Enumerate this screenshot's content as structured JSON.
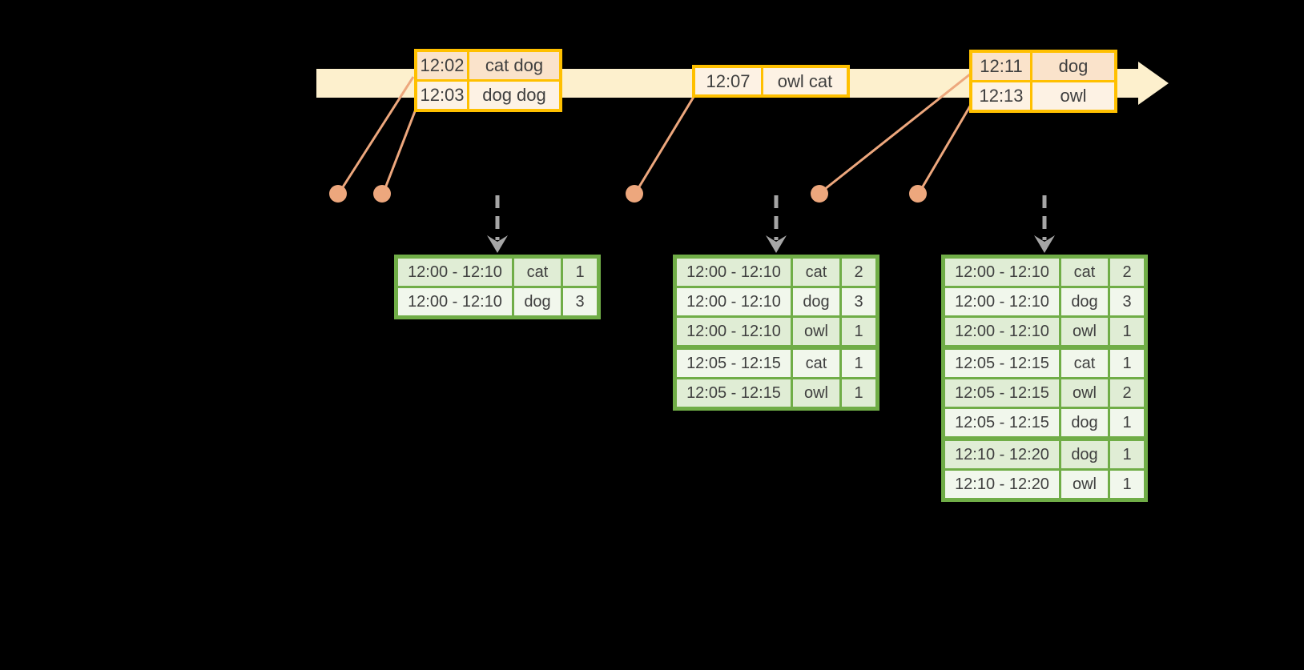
{
  "colors": {
    "background": "#000000",
    "timeline": "#fdf0cd",
    "event_border": "#ffc000",
    "event_row_peach": "#fae3cb",
    "event_row_cream": "#fdf2e4",
    "connector": "#eda77d",
    "result_border": "#70ad47",
    "result_cell_tint": "#e0edd5",
    "result_cell_light": "#f1f7ec",
    "trigger_arrow": "#a6a6a6",
    "text": "#3f3f3f"
  },
  "event_tables": [
    {
      "rows": [
        {
          "time": "12:02",
          "words": "cat dog"
        },
        {
          "time": "12:03",
          "words": "dog dog"
        }
      ]
    },
    {
      "rows": [
        {
          "time": "12:07",
          "words": "owl cat"
        }
      ]
    },
    {
      "rows": [
        {
          "time": "12:11",
          "words": "dog"
        },
        {
          "time": "12:13",
          "words": "owl"
        }
      ]
    }
  ],
  "result_tables": [
    {
      "rows": [
        {
          "window": "12:00 - 12:10",
          "word": "cat",
          "count": "1"
        },
        {
          "window": "12:00 - 12:10",
          "word": "dog",
          "count": "3"
        }
      ]
    },
    {
      "rows": [
        {
          "window": "12:00 - 12:10",
          "word": "cat",
          "count": "2"
        },
        {
          "window": "12:00 - 12:10",
          "word": "dog",
          "count": "3"
        },
        {
          "window": "12:00 - 12:10",
          "word": "owl",
          "count": "1"
        },
        {
          "window": "12:05 - 12:15",
          "word": "cat",
          "count": "1"
        },
        {
          "window": "12:05 - 12:15",
          "word": "owl",
          "count": "1"
        }
      ]
    },
    {
      "rows": [
        {
          "window": "12:00 - 12:10",
          "word": "cat",
          "count": "2"
        },
        {
          "window": "12:00 - 12:10",
          "word": "dog",
          "count": "3"
        },
        {
          "window": "12:00 - 12:10",
          "word": "owl",
          "count": "1"
        },
        {
          "window": "12:05 - 12:15",
          "word": "cat",
          "count": "1"
        },
        {
          "window": "12:05 - 12:15",
          "word": "owl",
          "count": "2"
        },
        {
          "window": "12:05 - 12:15",
          "word": "dog",
          "count": "1"
        },
        {
          "window": "12:10 - 12:20",
          "word": "dog",
          "count": "1"
        },
        {
          "window": "12:10 - 12:20",
          "word": "owl",
          "count": "1"
        }
      ]
    }
  ]
}
